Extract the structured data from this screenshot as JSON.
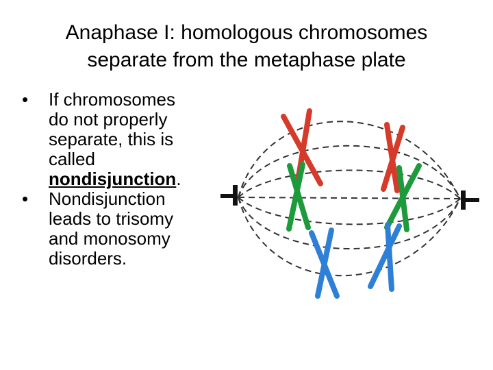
{
  "title": {
    "line1": "Anaphase I: homologous chromosomes",
    "line2": "separate from the metaphase plate"
  },
  "bullets": [
    {
      "lines": [
        "If chromosomes",
        "do not properly",
        "separate, this is",
        "called"
      ],
      "term": "nondisjunction",
      "term_suffix": "."
    },
    {
      "lines": [
        "Nondisjunction",
        "leads to trisomy",
        "and monosomy",
        "disorders."
      ]
    }
  ],
  "bullet_glyph": "•",
  "diagram": {
    "icon": "spindle-chromosome-diagram-icon",
    "colors": {
      "red": "#d63a2a",
      "green": "#1c9a3c",
      "blue": "#2e7fd6",
      "spindle": "#333333",
      "pole": "#111111"
    }
  }
}
